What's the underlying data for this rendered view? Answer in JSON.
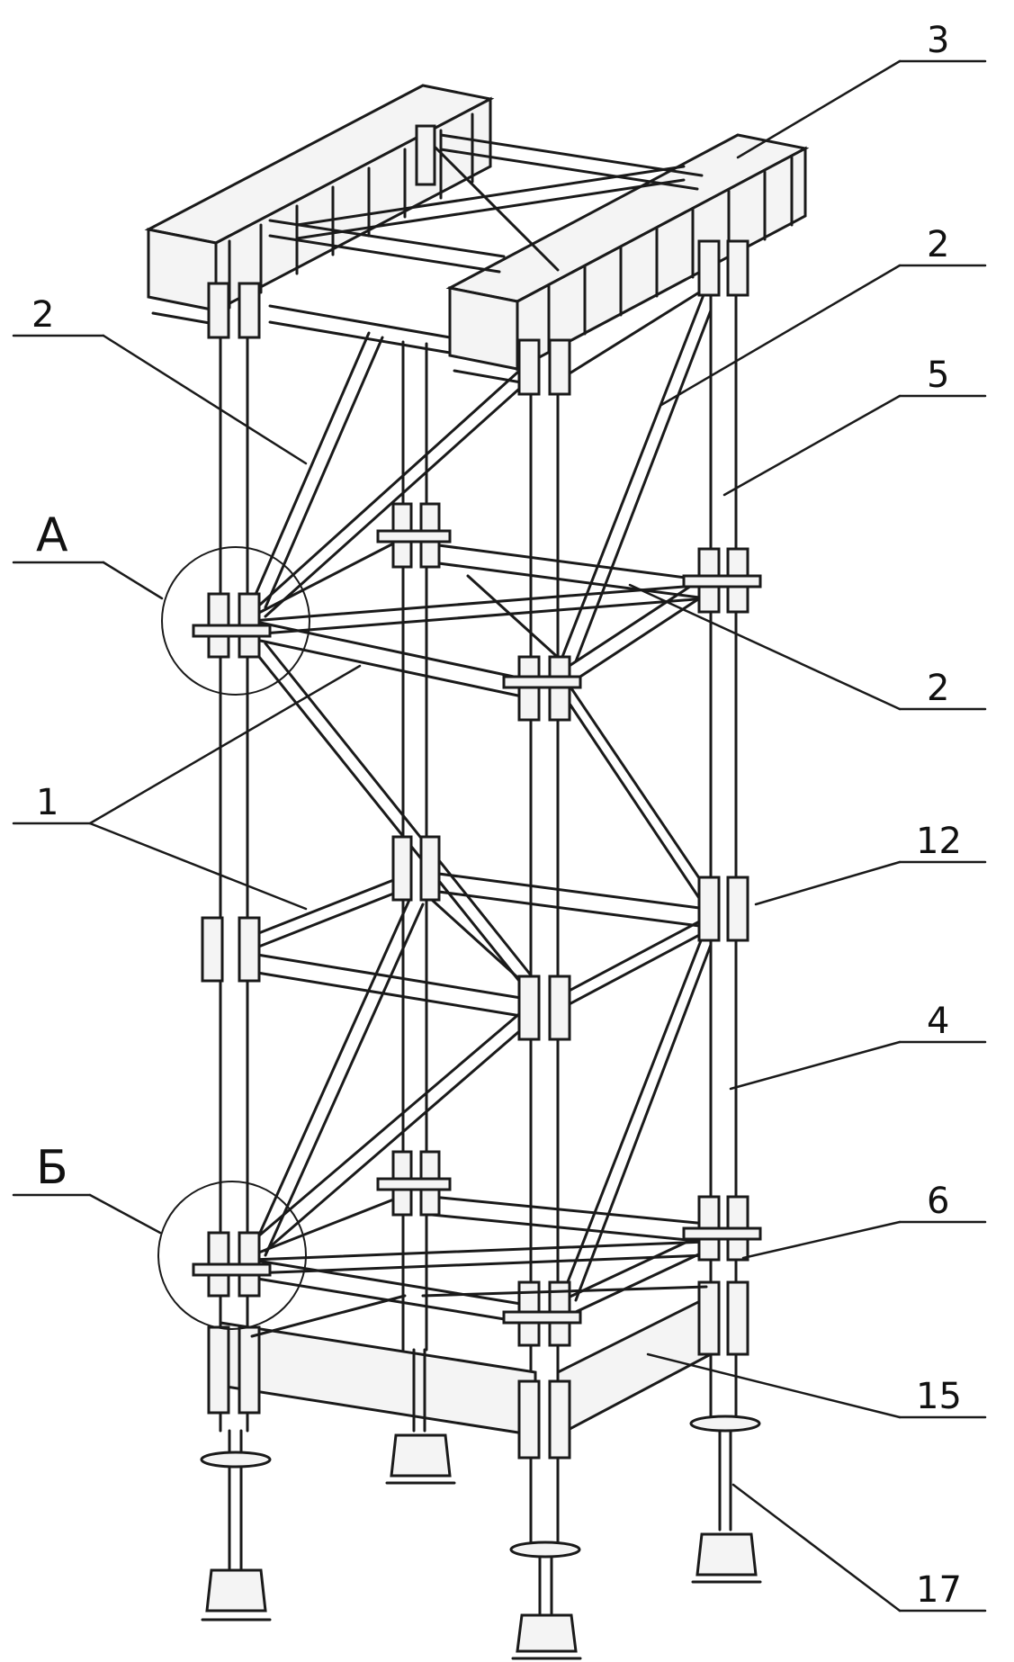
{
  "diagram": {
    "callouts": [
      {
        "id": "c-3-top",
        "text": "3"
      },
      {
        "id": "c-2-upper-right",
        "text": "2"
      },
      {
        "id": "c-2-left",
        "text": "2"
      },
      {
        "id": "c-5",
        "text": "5"
      },
      {
        "id": "c-A",
        "text": "А"
      },
      {
        "id": "c-2-mid-right",
        "text": "2"
      },
      {
        "id": "c-1",
        "text": "1"
      },
      {
        "id": "c-12",
        "text": "12"
      },
      {
        "id": "c-4",
        "text": "4"
      },
      {
        "id": "c-B",
        "text": "Б"
      },
      {
        "id": "c-6",
        "text": "6"
      },
      {
        "id": "c-15",
        "text": "15"
      },
      {
        "id": "c-17",
        "text": "17"
      }
    ],
    "colors": {
      "line": "#1a1a1a",
      "fill": "#f4f4f4",
      "background": "#ffffff"
    }
  }
}
